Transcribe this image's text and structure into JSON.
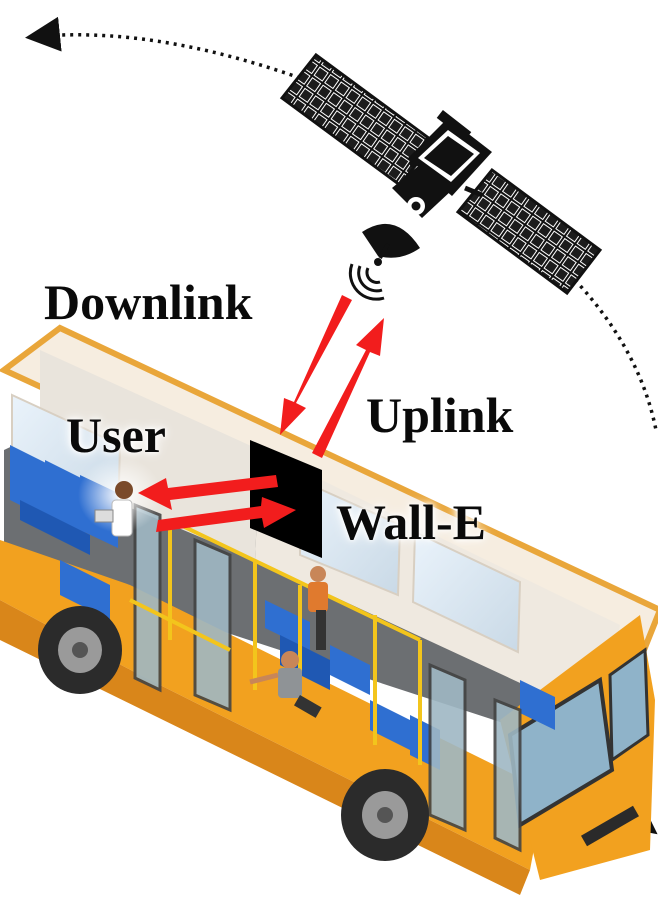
{
  "labels": {
    "downlink": "Downlink",
    "uplink": "Uplink",
    "user": "User",
    "wall_e": "Wall-E"
  },
  "icons": [
    "satellite-icon",
    "bus-icon",
    "wall-e-panel-icon",
    "signal-icon",
    "passenger-icon"
  ],
  "colors": {
    "link_arrow": "#f21d1d",
    "bus_body": "#f0a020",
    "seat": "#2f6fd1",
    "panel": "#000000",
    "orbit": "#111111"
  }
}
